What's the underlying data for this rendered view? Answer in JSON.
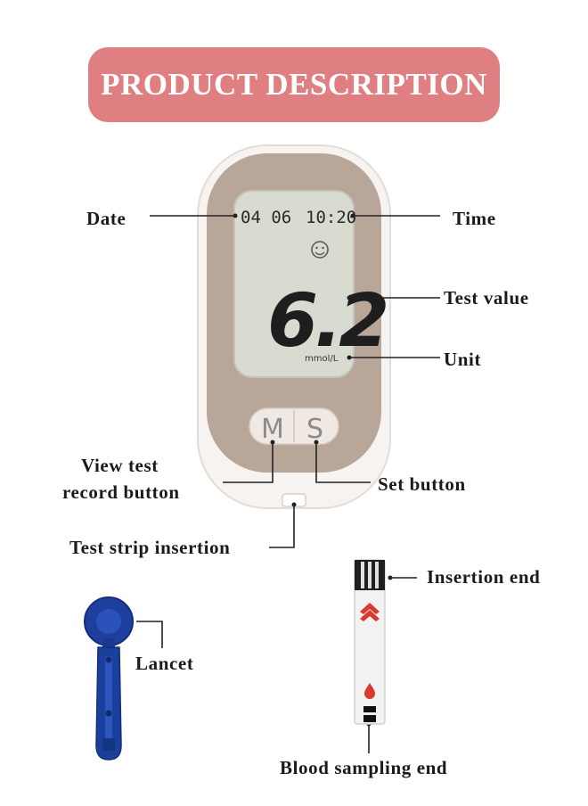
{
  "banner": {
    "title": "PRODUCT DESCRIPTION"
  },
  "meter": {
    "date": "04 06",
    "time": "10:20",
    "value": "6.2",
    "unit": "mmol/L",
    "button_m": "M",
    "button_s": "S"
  },
  "labels": {
    "date": "Date",
    "time": "Time",
    "test_value": "Test value",
    "unit": "Unit",
    "view_record_line1": "View test",
    "view_record_line2": "record button",
    "set_button": "Set button",
    "strip_insertion": "Test strip insertion",
    "insertion_end": "Insertion end",
    "lancet": "Lancet",
    "blood_sampling_end": "Blood sampling end"
  },
  "colors": {
    "banner": "#e07f82",
    "meter_body": "#f3ede9",
    "meter_face": "#b9a79b",
    "lcd": "#d9dcd1",
    "lancet": "#1b3f9c",
    "strip_arrow": "#d93a2f"
  }
}
